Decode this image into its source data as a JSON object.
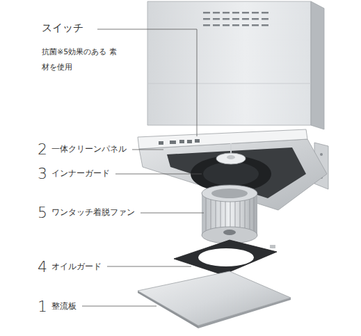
{
  "diagram": {
    "labels": [
      "スイッチ",
      "抗菌※5効果のある 素材を使用",
      "2",
      "一体クリーンパネル",
      "3",
      "インナーガード",
      "5",
      "ワンタッチ着脱ファン",
      "4",
      "オイルガード",
      "1",
      "整流板"
    ]
  }
}
